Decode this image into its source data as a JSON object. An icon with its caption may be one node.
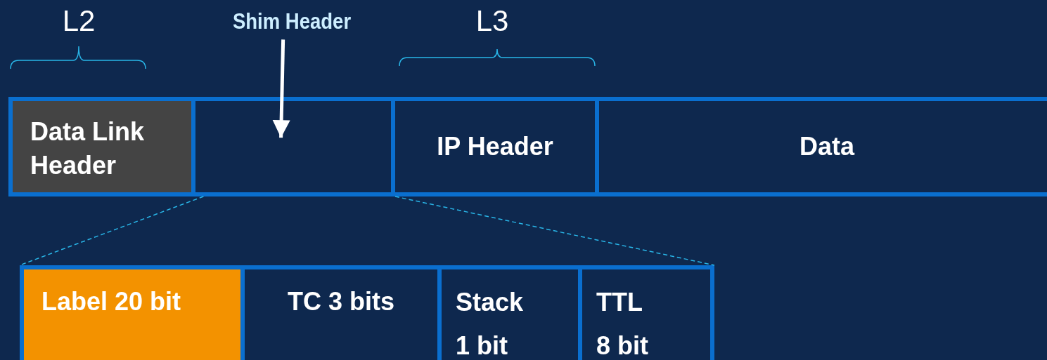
{
  "diagram": {
    "nodes": [
      {
        "text": [
          "Shim Header"
        ]
      },
      {
        "text": [
          "Data Link Header"
        ]
      },
      {
        "text": [],
        "shape": "box"
      },
      {
        "text": [
          "IP Header"
        ]
      },
      {
        "text": [
          "Data"
        ]
      },
      {
        "text": [
          "Label 20 bit"
        ]
      },
      {
        "text": [
          "TC 3 bits"
        ]
      },
      {
        "text": [
          "Stack 1 bit"
        ]
      },
      {
        "text": [
          "TTL 8 bit"
        ]
      }
    ],
    "edges": [
      {
        "from": 0,
        "to": 2,
        "arrow": "to",
        "style": "thick",
        "color": "#ffffff"
      },
      {
        "from": 2,
        "to": 5,
        "arrow": "none",
        "style": "dashed"
      },
      {
        "from": 2,
        "to": 8,
        "arrow": "none",
        "style": "dashed"
      }
    ],
    "labels": [
      "L2",
      "L3"
    ]
  }
}
